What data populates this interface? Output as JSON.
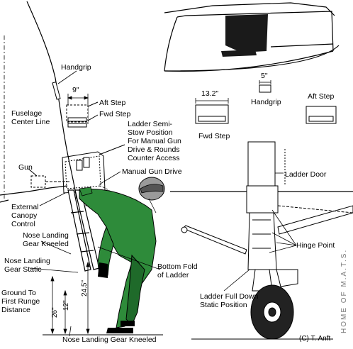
{
  "labels": {
    "handgrip_left": "Handgrip",
    "dim_9": "9\"",
    "aft_step_left": "Aft Step",
    "fwd_step_left": "Fwd Step",
    "fuselage_center_line": "Fuselage\nCenter Line",
    "ladder_semi_stow": "Ladder Semi-\nStow Position\nFor Manual Gun\nDrive & Rounds\nCounter Access",
    "gun": "Gun",
    "manual_gun_drive": "Manual Gun Drive",
    "external_canopy_control": "External\nCanopy\nControl",
    "nose_landing_gear_kneeled": "Nose Landing\nGear Kneeled",
    "nose_landing_gear_static": "Nose Landing\nGear Static",
    "ground_to_first_runge": "Ground To\nFirst Runge\nDistance",
    "dim_26": "26\"",
    "dim_12": "12\"",
    "dim_24_5": "24.5\"",
    "bottom_fold_of_ladder": "Bottom Fold\nof Ladder",
    "nose_landing_gear_kneeled_bottom": "Nose Landing Gear Kneeled",
    "dim_5": "5\"",
    "handgrip_right": "Handgrip",
    "dim_13_2": "13.2\"",
    "fwd_step_right": "Fwd Step",
    "aft_step_right": "Aft Step",
    "ladder_door": "Ladder Door",
    "hinge_point": "Hinge Point",
    "ladder_full_down": "Ladder Full Down\nStatic Position",
    "credit": "(C) T. Anft",
    "watermark": "HOME OF M.A.T.S."
  },
  "colors": {
    "line": "#000000",
    "pilot_suit": "#2e8b3a",
    "pilot_suit_dark": "#1f6a2a",
    "helmet": "#9a9a9a",
    "step_fill": "#ffffff",
    "canopy_block": "#1a1a1a",
    "tire": "#222222",
    "watermark": "#777777"
  }
}
